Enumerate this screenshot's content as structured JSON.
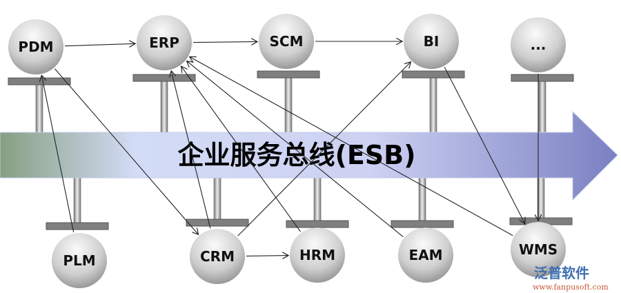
{
  "bus": {
    "label": "企业服务总线(ESB)"
  },
  "nodes": [
    {
      "id": "PDM",
      "label": "PDM",
      "row": "top"
    },
    {
      "id": "ERP",
      "label": "ERP",
      "row": "top"
    },
    {
      "id": "SCM",
      "label": "SCM",
      "row": "top"
    },
    {
      "id": "BI",
      "label": "BI",
      "row": "top"
    },
    {
      "id": "MORE",
      "label": "...",
      "row": "top"
    },
    {
      "id": "PLM",
      "label": "PLM",
      "row": "bottom"
    },
    {
      "id": "CRM",
      "label": "CRM",
      "row": "bottom"
    },
    {
      "id": "HRM",
      "label": "HRM",
      "row": "bottom"
    },
    {
      "id": "EAM",
      "label": "EAM",
      "row": "bottom"
    },
    {
      "id": "WMS",
      "label": "WMS",
      "row": "bottom"
    }
  ],
  "edges": [
    {
      "from": "PDM",
      "to": "ERP"
    },
    {
      "from": "ERP",
      "to": "SCM"
    },
    {
      "from": "SCM",
      "to": "BI"
    },
    {
      "from": "CRM",
      "to": "HRM"
    },
    {
      "from": "PLM",
      "to": "PDM"
    },
    {
      "from": "CRM",
      "to": "ERP"
    },
    {
      "from": "HRM",
      "to": "ERP"
    },
    {
      "from": "EAM",
      "to": "ERP"
    },
    {
      "from": "WMS",
      "to": "ERP"
    },
    {
      "from": "CRM",
      "to": "BI"
    },
    {
      "from": "PDM",
      "to": "CRM"
    },
    {
      "from": "BI",
      "to": "WMS"
    },
    {
      "from": "MORE",
      "to": "WMS"
    }
  ],
  "watermark": {
    "brand": "泛普软件",
    "url": "www.fanpusoft.com"
  },
  "colors": {
    "node_light": "#f2f2f2",
    "node_dark": "#9a9a9a",
    "bar": "#7f7f7f",
    "bus_start": "#8aa585",
    "bus_mid": "#d6defa",
    "bus_end": "#7d84c4"
  }
}
